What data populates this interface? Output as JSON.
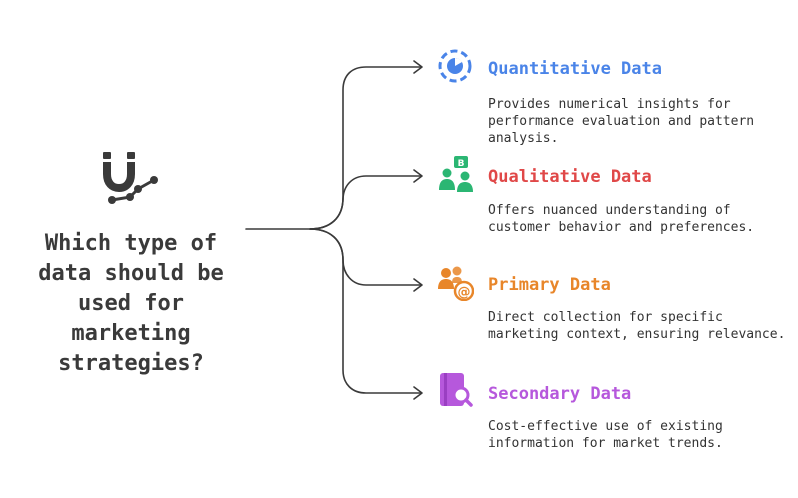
{
  "central": {
    "question": "Which type of data should be used for marketing strategies?",
    "icon": "magnet-trend-icon"
  },
  "options": [
    {
      "title": "Quantitative Data",
      "description": "Provides numerical insights for performance evaluation and pattern analysis.",
      "color": "#4a84e8",
      "icon": "pie-chart-icon"
    },
    {
      "title": "Qualitative Data",
      "description": "Offers nuanced understanding of customer behavior and preferences.",
      "color": "#e04848",
      "icon": "customer-insight-icon"
    },
    {
      "title": "Primary Data",
      "description": "Direct collection for specific marketing context, ensuring relevance.",
      "color": "#e8862a",
      "icon": "contact-users-icon"
    },
    {
      "title": "Secondary Data",
      "description": "Cost-effective use of existing information for market trends.",
      "color": "#b658dc",
      "icon": "document-search-icon"
    }
  ],
  "colors": {
    "text": "#3a3a3a",
    "connector": "#3a3a3a",
    "icon_green": "#2bb673"
  }
}
